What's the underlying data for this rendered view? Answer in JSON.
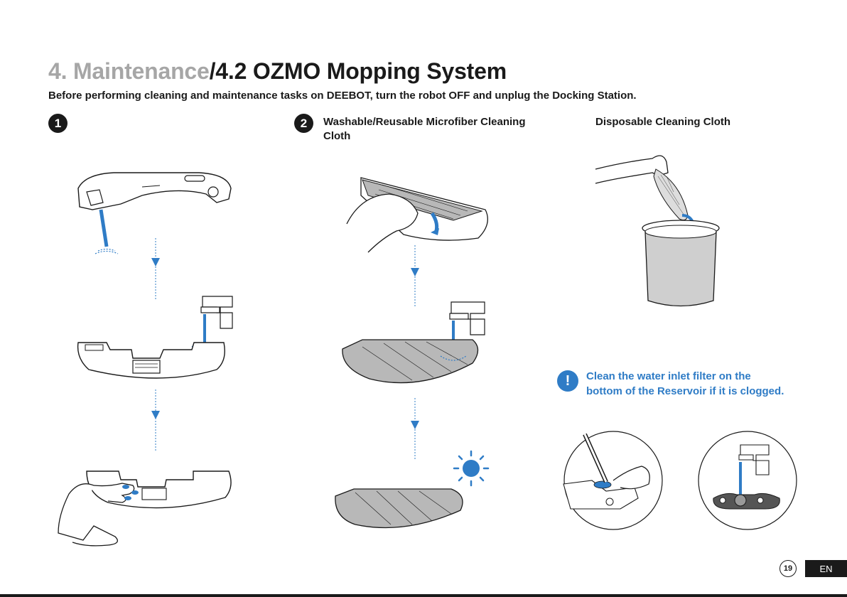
{
  "header": {
    "crumb": "4. Maintenance",
    "section": "/4.2 OZMO Mopping System",
    "subtitle": "Before performing cleaning and maintenance tasks on DEEBOT, turn the robot OFF and unplug the Docking Station."
  },
  "steps": [
    {
      "number": "1"
    },
    {
      "number": "2",
      "heading_line1": "Washable/Reusable Microfiber Cleaning",
      "heading_line2": "Cloth"
    }
  ],
  "disposable": {
    "heading": "Disposable Cleaning Cloth"
  },
  "note": {
    "icon": "exclamation-icon",
    "symbol": "!",
    "line1": "Clean the water inlet filter on the",
    "line2": "bottom of the Reservoir if it is clogged."
  },
  "footer": {
    "page": "19",
    "lang": "EN"
  },
  "colors": {
    "accent": "#2f7cc6",
    "ink": "#1a1a1a",
    "muted": "#a6a6a6",
    "cloth": "#b8b8b8"
  }
}
